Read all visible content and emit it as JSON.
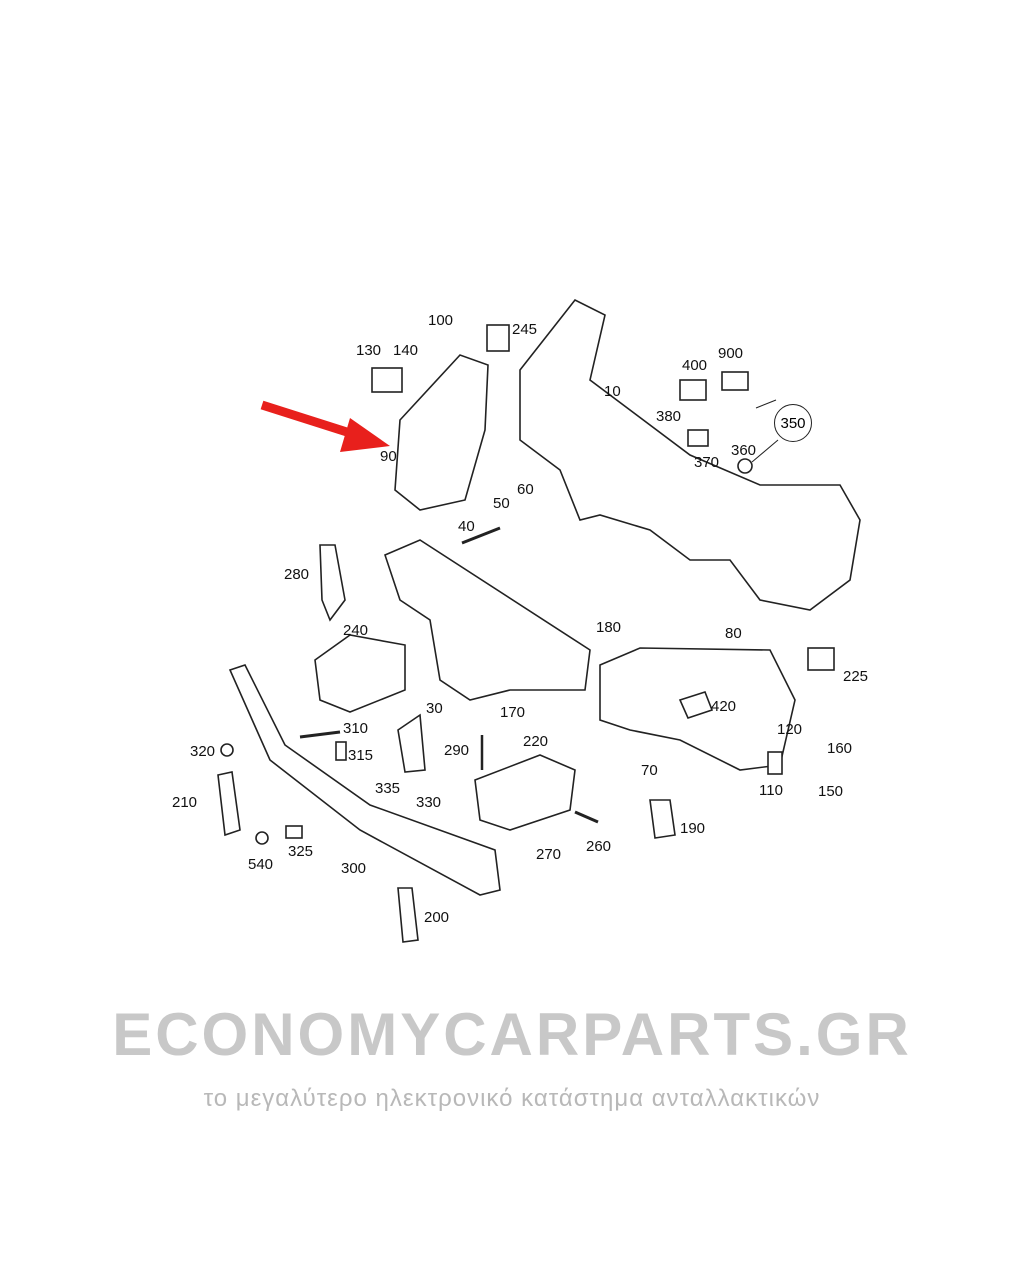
{
  "watermark": {
    "brand": "ECONOMYCARPARTS.GR",
    "tagline": "το μεγαλύτερο ηλεκτρονικό κατάστημα ανταλλακτικών"
  },
  "highlight_color": "#e8201c",
  "parts": [
    "10",
    "30",
    "40",
    "50",
    "60",
    "70",
    "80",
    "90",
    "100",
    "110",
    "120",
    "130",
    "140",
    "150",
    "160",
    "170",
    "180",
    "190",
    "200",
    "210",
    "220",
    "225",
    "240",
    "245",
    "260",
    "270",
    "280",
    "290",
    "300",
    "310",
    "315",
    "320",
    "325",
    "330",
    "335",
    "350",
    "360",
    "370",
    "380",
    "400",
    "420",
    "540",
    "900"
  ]
}
